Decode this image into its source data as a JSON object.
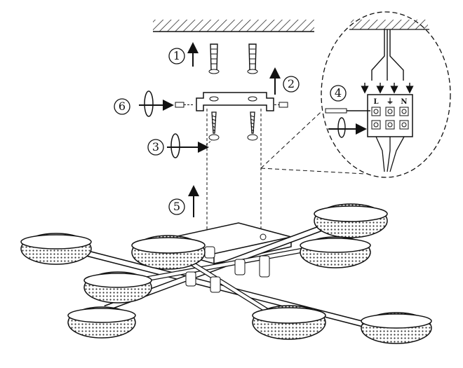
{
  "steps": [
    {
      "number": "1",
      "symbol": "①"
    },
    {
      "number": "2",
      "symbol": "②"
    },
    {
      "number": "3",
      "symbol": "③"
    },
    {
      "number": "4",
      "symbol": "④"
    },
    {
      "number": "5",
      "symbol": "⑤"
    },
    {
      "number": "6",
      "symbol": "⑥"
    }
  ],
  "terminal_block": {
    "labels": [
      "L",
      "⏚",
      "N"
    ]
  },
  "colors": {
    "line": "#111111",
    "background": "#ffffff"
  }
}
